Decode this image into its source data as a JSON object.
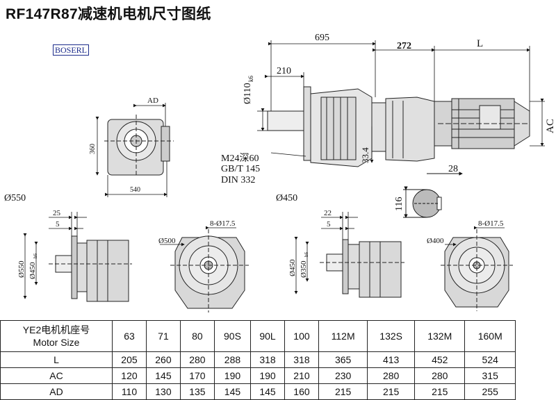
{
  "title": "RF147R87减速机电机尺寸图纸",
  "logo": "BOSERL",
  "dims": {
    "d695": "695",
    "d272": "272",
    "dL": "L",
    "d210": "210",
    "shaft": "Ø110",
    "shaft_tol": "k6",
    "d33_4": "33.4",
    "dAC": "AC",
    "d28": "28",
    "d116": "116",
    "thread": "M24深60",
    "std1": "GB/T 145",
    "std2": "DIN 332",
    "dAD": "AD",
    "d360": "360",
    "d540": "540",
    "flange1": "Ø550",
    "flange2": "Ø450",
    "f1_25": "25",
    "f1_5": "5",
    "f1_od": "Ø550",
    "f1_pilot": "Ø450",
    "f1_pilot_tol": "h6",
    "f1_pcd": "Ø500",
    "f1_holes": "8-Ø17.5",
    "f2_22": "22",
    "f2_5": "5",
    "f2_od": "Ø450",
    "f2_pilot": "Ø350",
    "f2_pilot_tol": "h6",
    "f2_pcd": "Ø400",
    "f2_holes": "8-Ø17.5"
  },
  "table": {
    "header_line1": "YE2电机机座号",
    "header_line2": "Motor Size",
    "sizes": [
      "63",
      "71",
      "80",
      "90S",
      "90L",
      "100",
      "112M",
      "132S",
      "132M",
      "160M"
    ],
    "rows": [
      {
        "label": "L",
        "values": [
          "205",
          "260",
          "280",
          "288",
          "318",
          "318",
          "365",
          "413",
          "452",
          "524"
        ]
      },
      {
        "label": "AC",
        "values": [
          "120",
          "145",
          "170",
          "190",
          "190",
          "210",
          "230",
          "280",
          "280",
          "315"
        ]
      },
      {
        "label": "AD",
        "values": [
          "110",
          "130",
          "135",
          "145",
          "145",
          "160",
          "215",
          "215",
          "215",
          "255"
        ]
      }
    ]
  }
}
